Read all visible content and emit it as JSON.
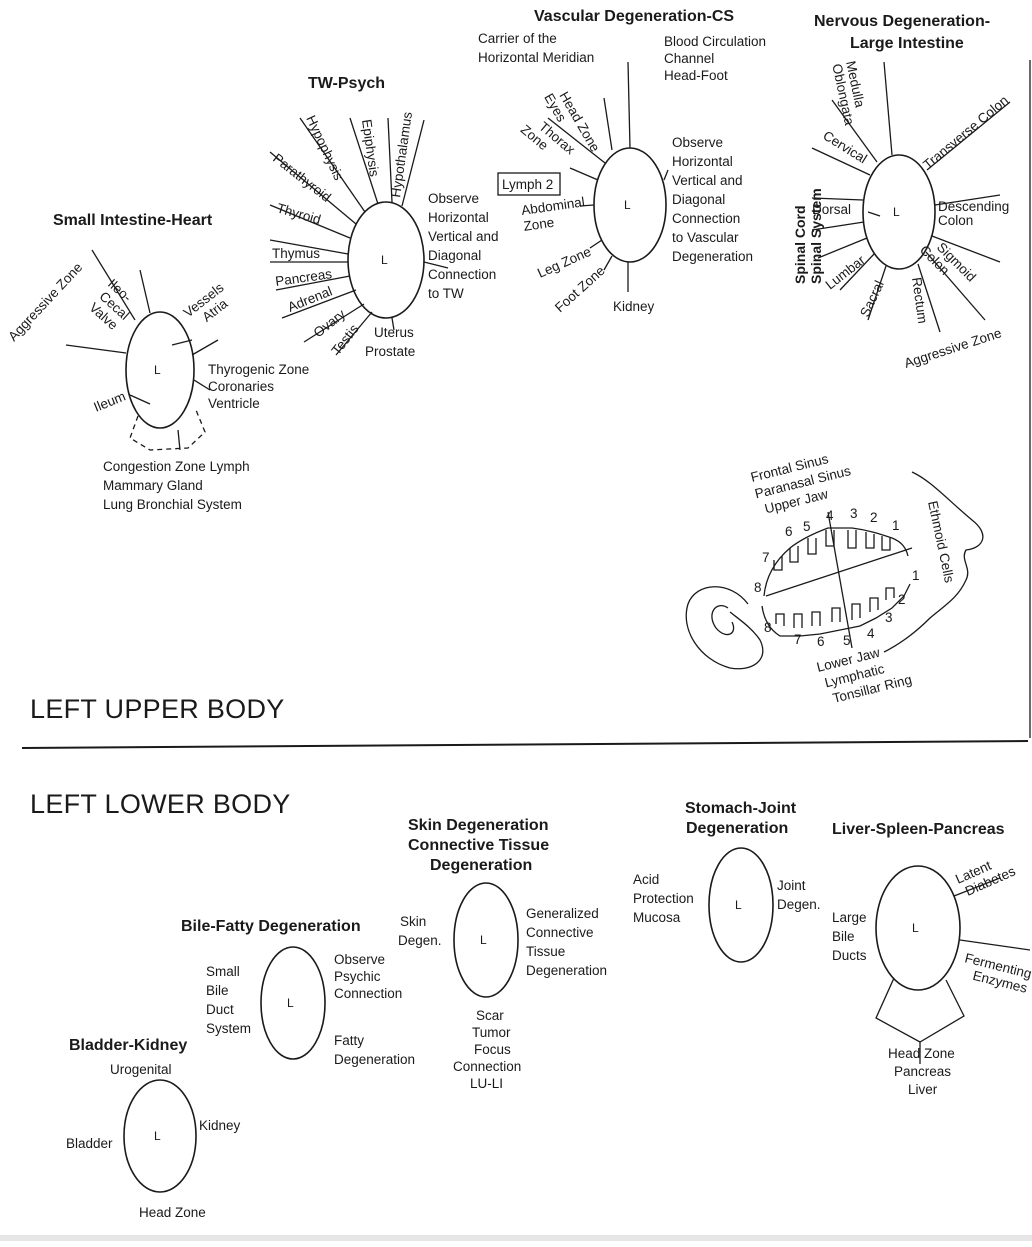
{
  "section_titles": {
    "upper": "LEFT UPPER BODY",
    "lower": "LEFT LOWER BODY"
  },
  "eye_letter": "L",
  "small_intestine_heart": {
    "title": "Small Intestine-Heart",
    "aggressive_zone": "Aggressive Zone",
    "ileo_cecal_valve": [
      "Ileo-",
      "Cecal",
      "Valve"
    ],
    "vessels_atria": [
      "Vessels",
      "Atria"
    ],
    "ileum": "Ileum",
    "thyrogenic": [
      "Thyrogenic Zone",
      "Coronaries",
      "Ventricle"
    ],
    "congestion": [
      "Congestion Zone Lymph",
      "Mammary Gland",
      "Lung Bronchial System"
    ]
  },
  "tw_psych": {
    "title": "TW-Psych",
    "radial_labels": [
      "Hypophysis",
      "Epiphysis",
      "Hypothalamus",
      "Parathyroid",
      "Thyroid",
      "Thymus",
      "Pancreas",
      "Adrenal",
      "Ovary",
      "Testis"
    ],
    "observe": [
      "Observe",
      "Horizontal",
      "Vertical and",
      "Diagonal",
      "Connection",
      "to TW"
    ],
    "uterus_prostate": [
      "Uterus",
      "Prostate"
    ]
  },
  "vascular": {
    "title": "Vascular Degeneration-CS",
    "carrier": [
      "Carrier of the",
      "Horizontal Meridian"
    ],
    "blood": [
      "Blood Circulation",
      "Channel",
      "Head-Foot"
    ],
    "head_zone_eyes": [
      "Head Zone",
      "Eyes"
    ],
    "thorax_zone": [
      "Thorax",
      "Zone"
    ],
    "lymph": "Lymph 2",
    "abdominal_zone": [
      "Abdominal",
      "Zone"
    ],
    "leg_zone": "Leg Zone",
    "foot_zone": "Foot Zone",
    "kidney": "Kidney",
    "observe": [
      "Observe",
      "Horizontal",
      "Vertical and",
      "Diagonal",
      "Connection",
      "to Vascular",
      "Degeneration"
    ]
  },
  "nervous": {
    "title": [
      "Nervous Degeneration-",
      "Large Intestine"
    ],
    "medulla": [
      "Medulla",
      "Oblongata"
    ],
    "cervical": "Cervical",
    "transverse_colon": "Transverse Colon",
    "spinal": [
      "Spinal Cord",
      "Spinal System"
    ],
    "dorsal": "Dorsal",
    "descending_colon": [
      "Descending",
      "Colon"
    ],
    "lumbar": "Lumbar",
    "sacral": "Sacral",
    "rectum": "Rectum",
    "sigmoid_colon": [
      "Sigmoid",
      "Colon"
    ],
    "aggressive_zone": "Aggressive Zone"
  },
  "teeth": {
    "upper_label": [
      "Frontal Sinus",
      "Paranasal Sinus",
      "Upper Jaw"
    ],
    "ethmoid": "Ethmoid Cells",
    "lower_label": [
      "Lower Jaw",
      "Lymphatic",
      "Tonsillar Ring"
    ],
    "upper_numbers": [
      "6",
      "5",
      "4",
      "3",
      "2",
      "1",
      "7",
      "8"
    ],
    "lower_numbers": [
      "8",
      "7",
      "6",
      "5",
      "4",
      "3",
      "2",
      "1"
    ]
  },
  "skin": {
    "title": [
      "Skin Degeneration",
      "Connective Tissue",
      "Degeneration"
    ],
    "skin_degen": [
      "Skin",
      "Degen."
    ],
    "generalized": [
      "Generalized",
      "Connective",
      "Tissue",
      "Degeneration"
    ],
    "scar": [
      "Scar",
      "Tumor",
      "Focus",
      "Connection",
      "LU-LI"
    ]
  },
  "stomach": {
    "title": [
      "Stomach-Joint",
      "Degeneration"
    ],
    "acid": [
      "Acid",
      "Protection",
      "Mucosa"
    ],
    "joint": [
      "Joint",
      "Degen."
    ]
  },
  "liver": {
    "title": "Liver-Spleen-Pancreas",
    "latent": [
      "Latent",
      "Diabetes"
    ],
    "bile_ducts": [
      "Large",
      "Bile",
      "Ducts"
    ],
    "fermenting": [
      "Fermenting",
      "Enzymes"
    ],
    "head_zone": [
      "Head Zone",
      "Pancreas",
      "Liver"
    ]
  },
  "bile_fatty": {
    "title": "Bile-Fatty Degeneration",
    "small_bile": [
      "Small",
      "Bile",
      "Duct",
      "System"
    ],
    "observe": [
      "Observe",
      "Psychic",
      "Connection"
    ],
    "fatty": [
      "Fatty",
      "Degeneration"
    ]
  },
  "bladder": {
    "title": "Bladder-Kidney",
    "urogenital": "Urogenital",
    "bladder": "Bladder",
    "kidney": "Kidney",
    "head_zone": "Head Zone"
  }
}
